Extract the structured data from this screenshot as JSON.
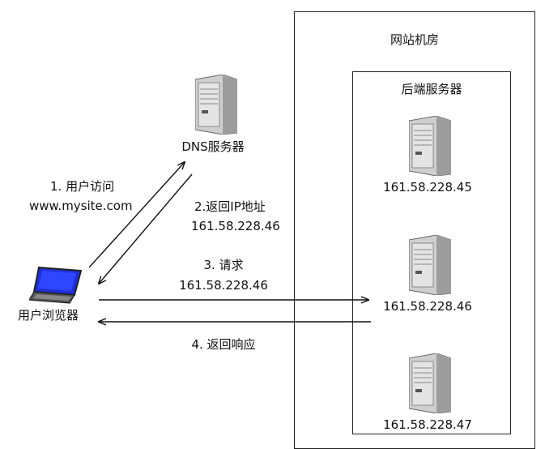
{
  "datacenter": {
    "title": "网站机房"
  },
  "backend": {
    "title": "后端服务器"
  },
  "dns": {
    "label": "DNS服务器"
  },
  "client": {
    "label": "用户浏览器"
  },
  "servers": [
    {
      "ip": "161.58.228.45"
    },
    {
      "ip": "161.58.228.46"
    },
    {
      "ip": "161.58.228.47"
    }
  ],
  "steps": {
    "step1_title": "1. 用户访问",
    "step1_domain": "www.mysite.com",
    "step2_title": "2.返回IP地址",
    "step2_ip": "161.58.228.46",
    "step3_title": "3. 请求",
    "step3_ip": "161.58.228.46",
    "step4_title": "4. 返回响应"
  },
  "icons": [
    "server-icon",
    "laptop-icon"
  ],
  "colors": {
    "line": "#111111",
    "screen": "#1f2fd6",
    "server_body": "#b9b9b9"
  }
}
